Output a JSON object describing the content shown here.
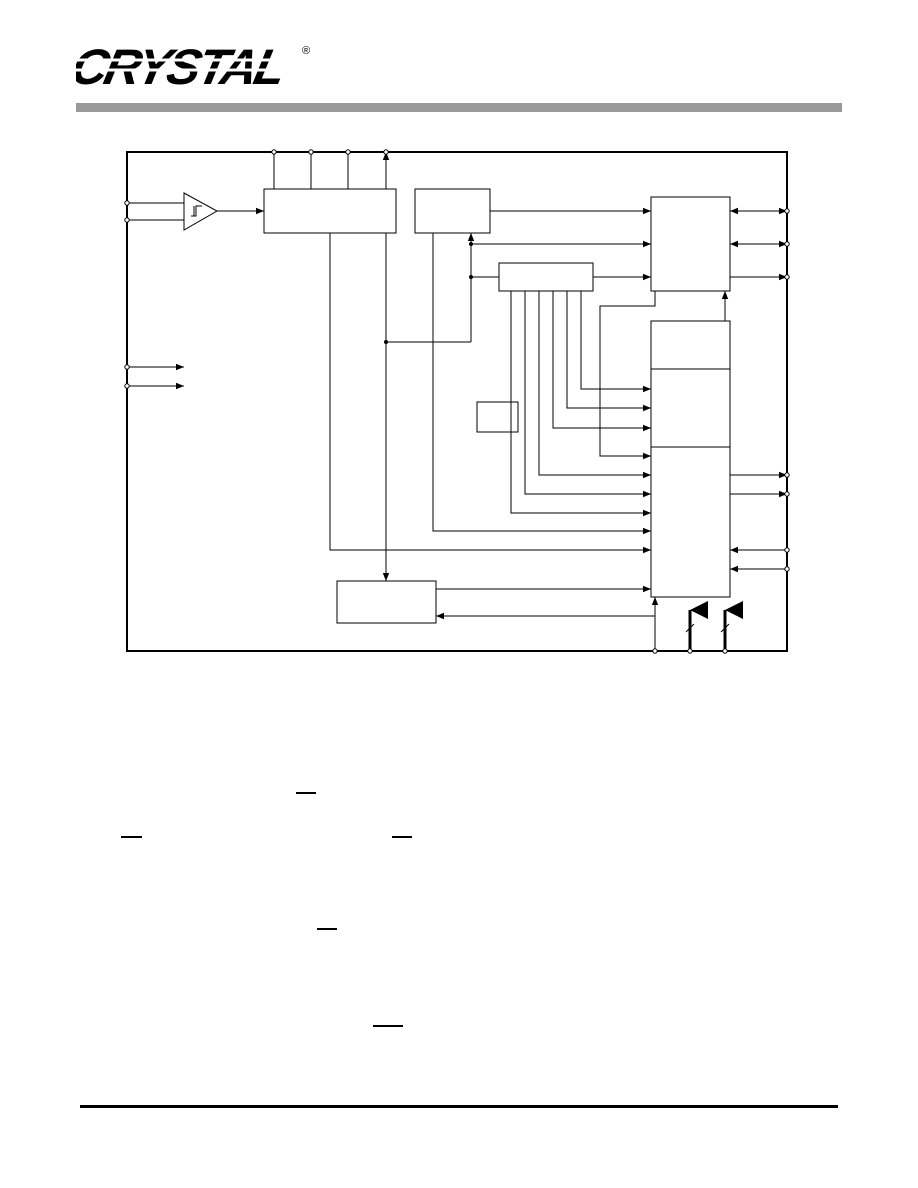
{
  "logo": {
    "text": "CRYSTAL",
    "mark": "®",
    "icon": "crystal-logo"
  },
  "colors": {
    "header_rule": "#999999",
    "line": "#000000"
  },
  "diagram": {
    "blocks": [
      {
        "id": "comparator",
        "shape": "schmitt-trigger-buffer"
      },
      {
        "id": "block-top-left"
      },
      {
        "id": "block-top-mid"
      },
      {
        "id": "block-top-right"
      },
      {
        "id": "block-mid"
      },
      {
        "id": "block-small"
      },
      {
        "id": "block-right-tall"
      },
      {
        "id": "block-bottom"
      }
    ]
  }
}
